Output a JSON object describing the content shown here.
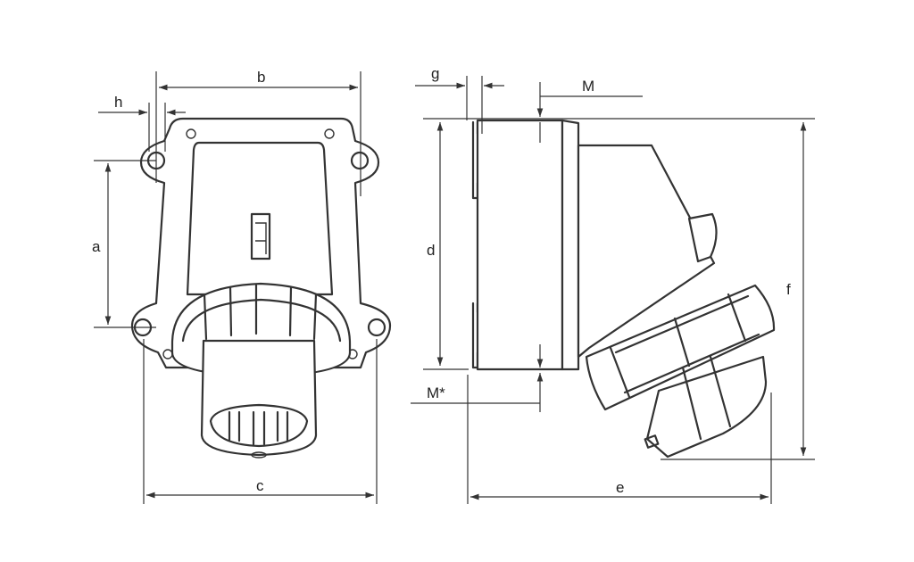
{
  "labels": {
    "a": "a",
    "b": "b",
    "c": "c",
    "d": "d",
    "e": "e",
    "f": "f",
    "g": "g",
    "h": "h",
    "M": "M",
    "M_star": "M*"
  },
  "colors": {
    "line": "#333333",
    "background": "#ffffff"
  }
}
